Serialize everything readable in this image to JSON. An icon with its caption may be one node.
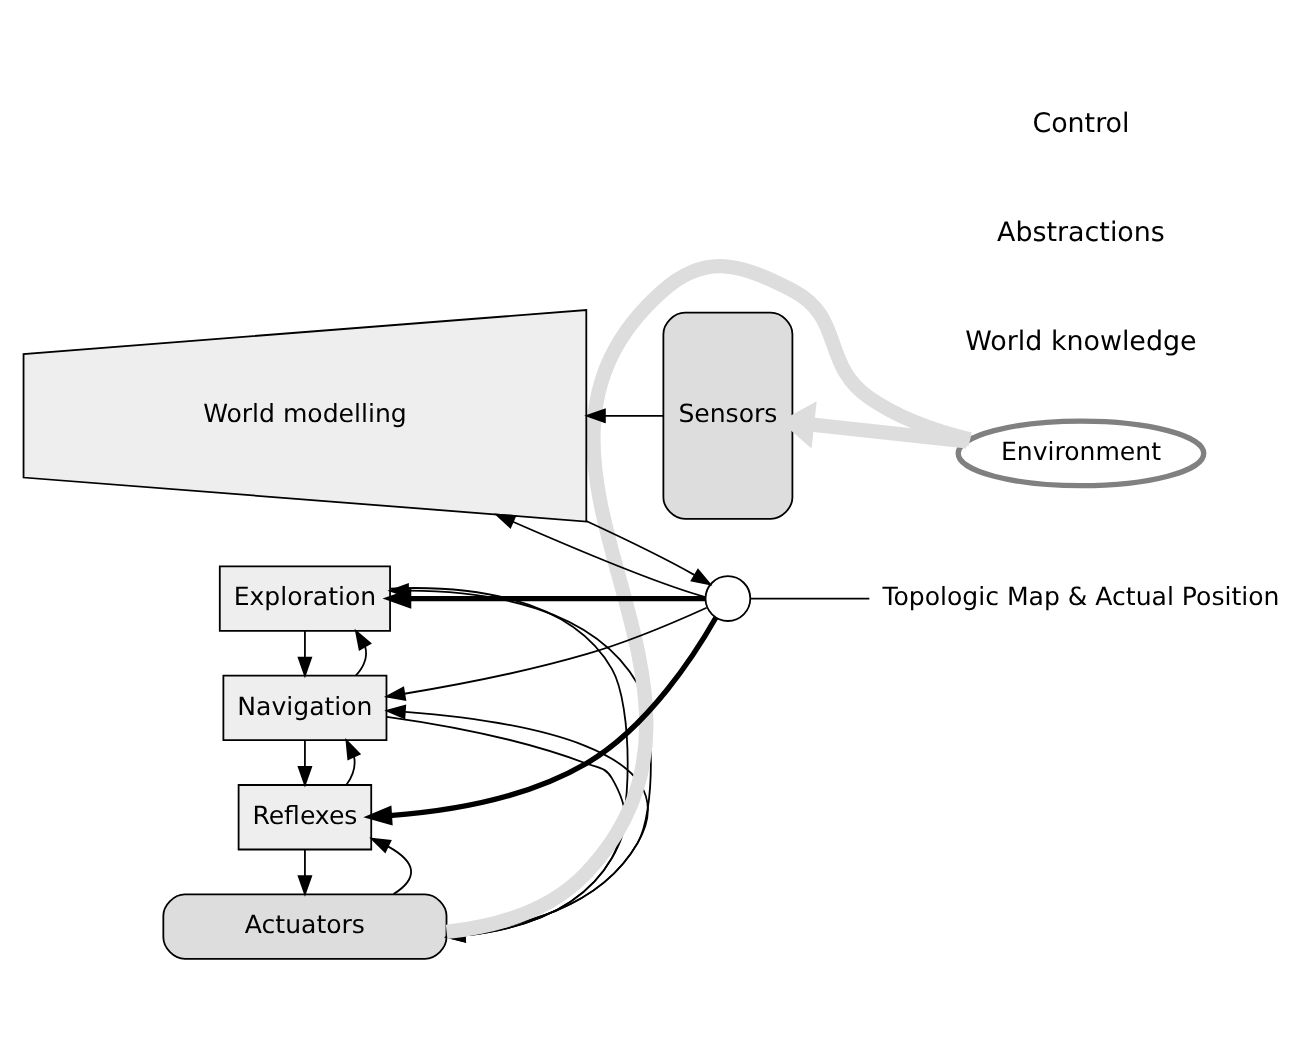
{
  "diagram": {
    "nodes": [
      {
        "text": [
          "Exploration"
        ]
      },
      {
        "text": [
          "Navigation"
        ]
      },
      {
        "text": [
          "Reflexes"
        ]
      },
      {
        "text": [
          "Actuators"
        ]
      },
      {
        "text": [],
        "shape": "circle"
      },
      {
        "text": [
          "World modelling"
        ]
      },
      {
        "text": [
          "Sensors"
        ]
      },
      {
        "text": [
          "Topologic Map & Actual Position"
        ]
      },
      {
        "text": [
          "Environment"
        ]
      }
    ],
    "edges": [
      {
        "from": 4,
        "to": 0,
        "arrow": "to",
        "style": "thick"
      },
      {
        "from": 4,
        "to": 1,
        "arrow": "to"
      },
      {
        "from": 4,
        "to": 2,
        "arrow": "to",
        "style": "thick"
      },
      {
        "from": 5,
        "to": 4,
        "arrow": "to"
      },
      {
        "from": 4,
        "to": 5,
        "arrow": "to"
      },
      {
        "from": 6,
        "to": 5,
        "arrow": "to"
      },
      {
        "from": 0,
        "to": 1,
        "arrow": "to"
      },
      {
        "from": 1,
        "to": 0,
        "arrow": "to"
      },
      {
        "from": 1,
        "to": 2,
        "arrow": "to"
      },
      {
        "from": 2,
        "to": 1,
        "arrow": "to"
      },
      {
        "from": 2,
        "to": 3,
        "arrow": "to"
      },
      {
        "from": 3,
        "to": 2,
        "arrow": "to"
      },
      {
        "from": 0,
        "to": 3,
        "arrow": "to"
      },
      {
        "from": 3,
        "to": 0,
        "arrow": "to"
      },
      {
        "from": 1,
        "to": 3,
        "arrow": "to"
      },
      {
        "from": 3,
        "to": 1,
        "arrow": "to"
      },
      {
        "from": 7,
        "to": 4,
        "arrow": "none"
      },
      {
        "from": 3,
        "to": 8,
        "arrow": "none",
        "style": "thick",
        "color": "#dddddd"
      },
      {
        "from": 8,
        "to": 6,
        "arrow": "to",
        "style": "thick",
        "color": "#dddddd"
      }
    ],
    "labels": [
      "World knowledge",
      "Abstractions",
      "Control"
    ]
  }
}
